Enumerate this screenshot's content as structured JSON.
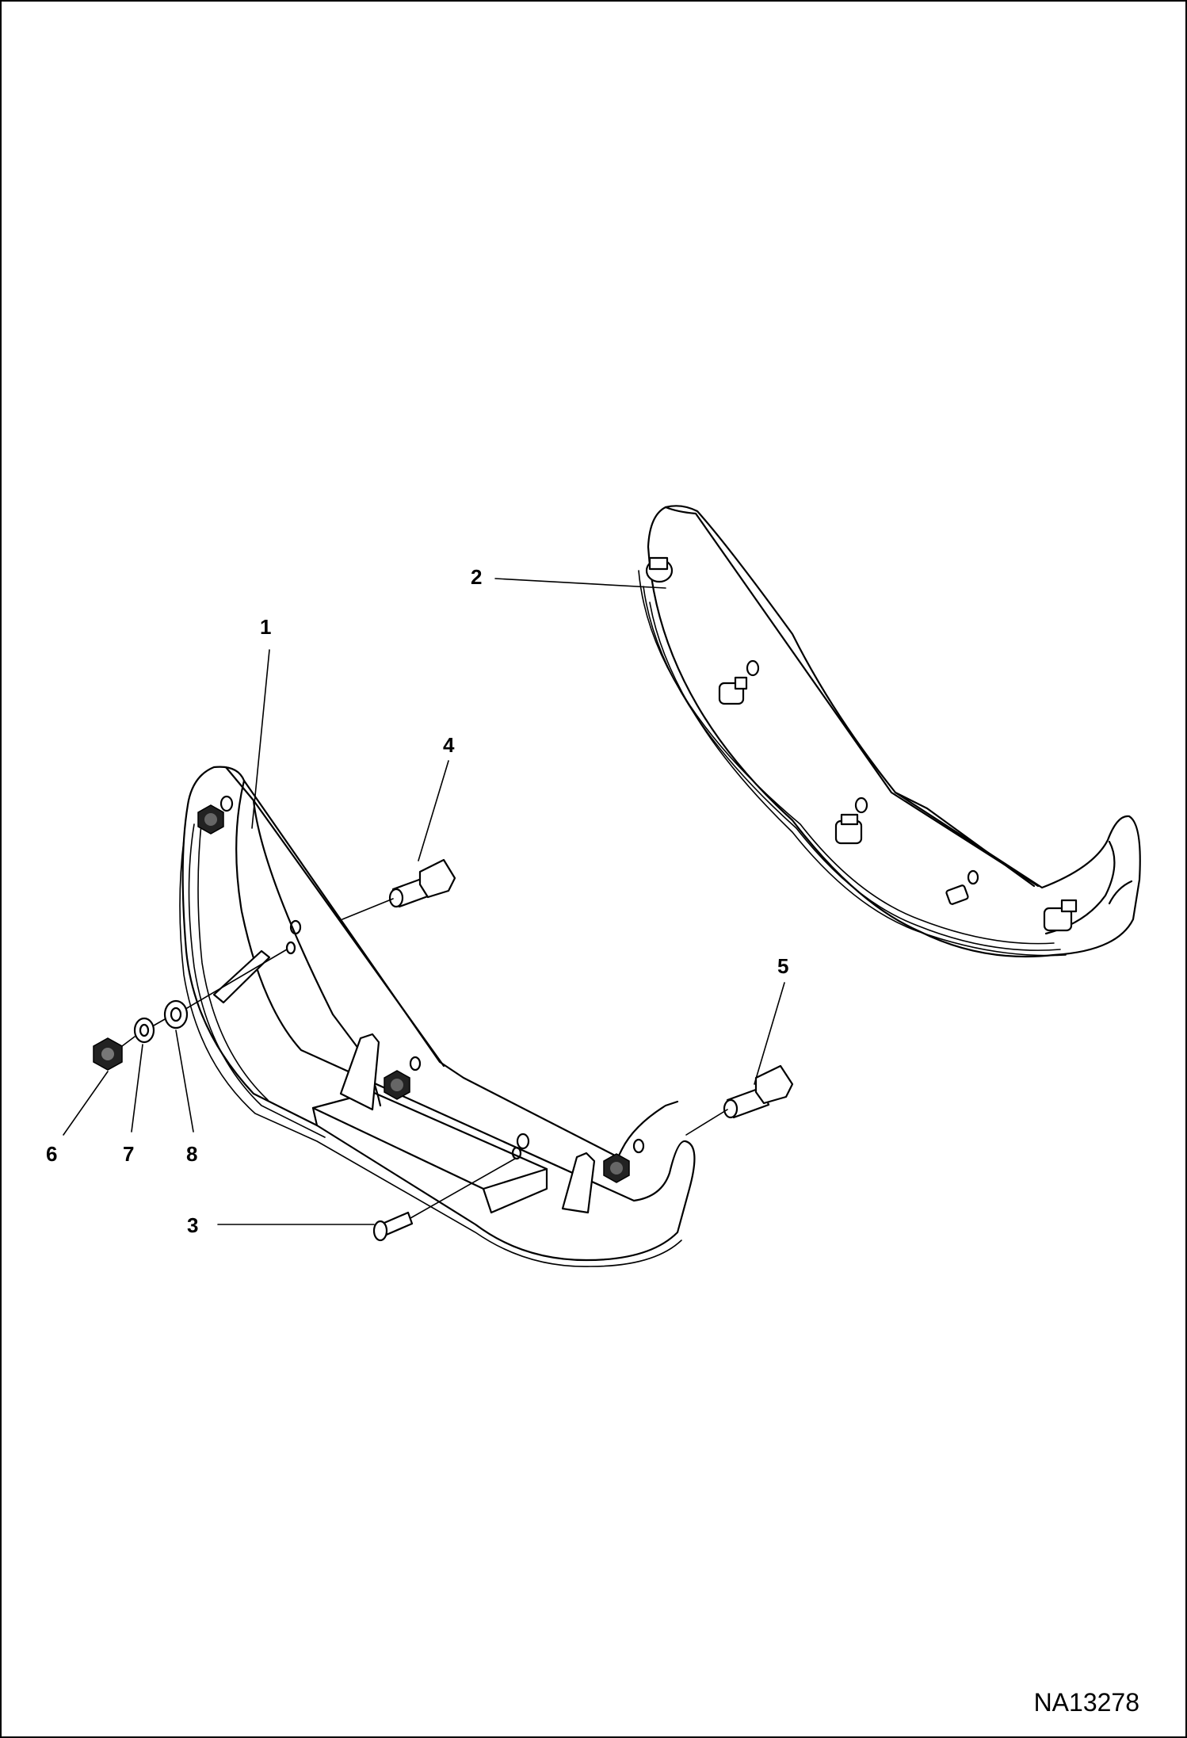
{
  "figure": {
    "drawing_number": "NA13278",
    "callouts": [
      {
        "id": "1",
        "label": "1"
      },
      {
        "id": "2",
        "label": "2"
      },
      {
        "id": "3",
        "label": "3"
      },
      {
        "id": "4",
        "label": "4"
      },
      {
        "id": "5",
        "label": "5"
      },
      {
        "id": "6",
        "label": "6"
      },
      {
        "id": "7",
        "label": "7"
      },
      {
        "id": "8",
        "label": "8"
      }
    ]
  }
}
